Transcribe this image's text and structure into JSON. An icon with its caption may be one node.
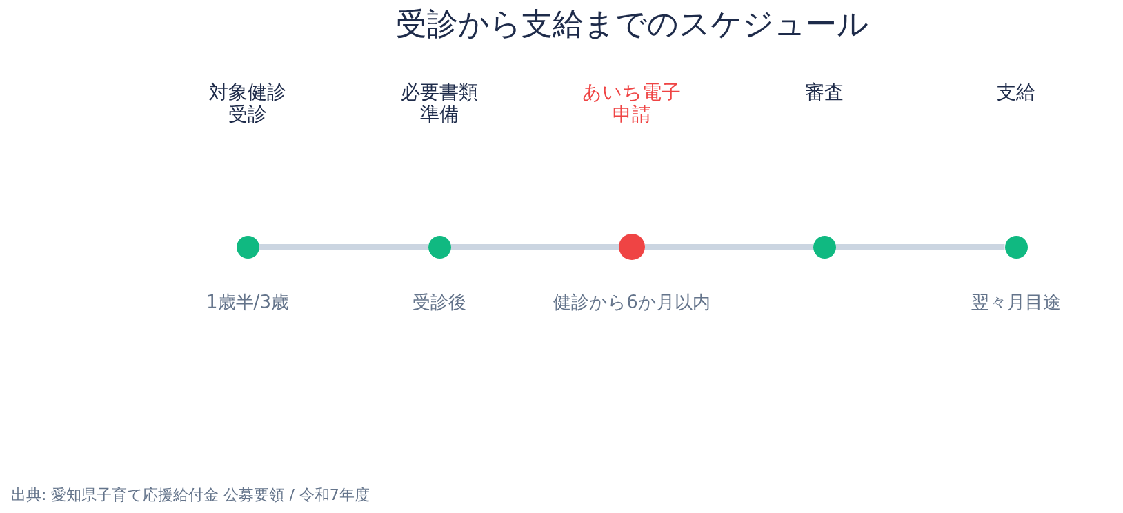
{
  "diagram": {
    "title": "受診から支給までのスケジュール",
    "nodes": [
      {
        "text": [],
        "shape": "circle",
        "beside": [
          "1歳半/3歳"
        ]
      },
      {
        "text": [],
        "shape": "circle",
        "beside": [
          "受診後"
        ]
      },
      {
        "text": [],
        "shape": "circle",
        "beside": [
          "健診から6か月以内"
        ]
      },
      {
        "text": [],
        "shape": "circle"
      },
      {
        "text": [],
        "shape": "circle",
        "beside": [
          "翌々月目途"
        ]
      }
    ],
    "edges": [
      {
        "from": 0,
        "to": 1,
        "arrow": "none"
      },
      {
        "from": 1,
        "to": 2,
        "arrow": "none"
      },
      {
        "from": 2,
        "to": 3,
        "arrow": "none"
      },
      {
        "from": 3,
        "to": 4,
        "arrow": "none"
      }
    ],
    "labels": [
      "対象健診受診",
      "必要書類準備",
      "あいち電子申請",
      "審査",
      "支給"
    ],
    "caption": "出典: 愛知県子育て応援給付金 公募要領 / 令和7年度"
  }
}
